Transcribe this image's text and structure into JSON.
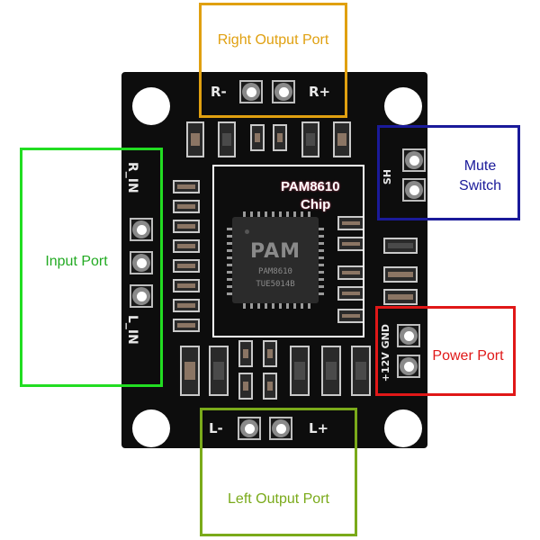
{
  "title": "PAM8610 amplifier board port diagram",
  "colors": {
    "right_output": "#e0a010",
    "mute_switch": "#1a1a9a",
    "power_port": "#e01818",
    "input_port": "#22dd22",
    "left_output": "#7aaa1a",
    "chip_box": "#ffffff",
    "board": "#0d0d0d"
  },
  "callouts": {
    "right_output": "Right Output Port",
    "mute_switch_line1": "Mute",
    "mute_switch_line2": "Switch",
    "power_port": "Power Port",
    "input_port": "Input Port",
    "left_output": "Left Output Port",
    "chip_line1": "PAM8610",
    "chip_line2": "Chip"
  },
  "silkscreen": {
    "r_minus": "R-",
    "r_plus": "R+",
    "l_minus": "L-",
    "l_plus": "L+",
    "r_in": "R_IN",
    "l_in": "L_IN",
    "mute": "SH",
    "power": "+12V GND"
  },
  "chip": {
    "logo": "PAM",
    "model": "PAM8610",
    "code": "TUE5014B"
  }
}
